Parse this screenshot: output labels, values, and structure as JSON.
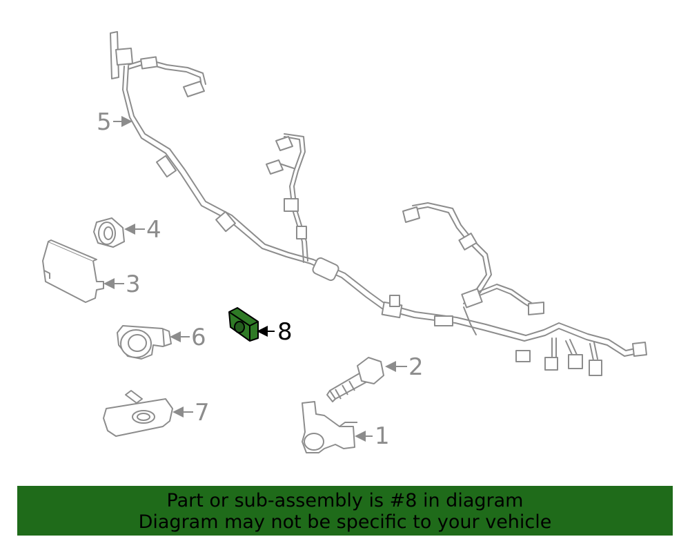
{
  "diagram": {
    "callouts": [
      "1",
      "2",
      "3",
      "4",
      "5",
      "6",
      "7",
      "8"
    ],
    "highlighted_part": "8",
    "colors": {
      "part_stroke": "#8c8c8c",
      "highlight_fill": "#2f7a26",
      "highlight_stroke": "#000000"
    }
  },
  "banner": {
    "line1": "Part or sub-assembly is #8 in diagram",
    "line2": "Diagram may not be specific to your vehicle",
    "color": "#1f6b1a"
  }
}
